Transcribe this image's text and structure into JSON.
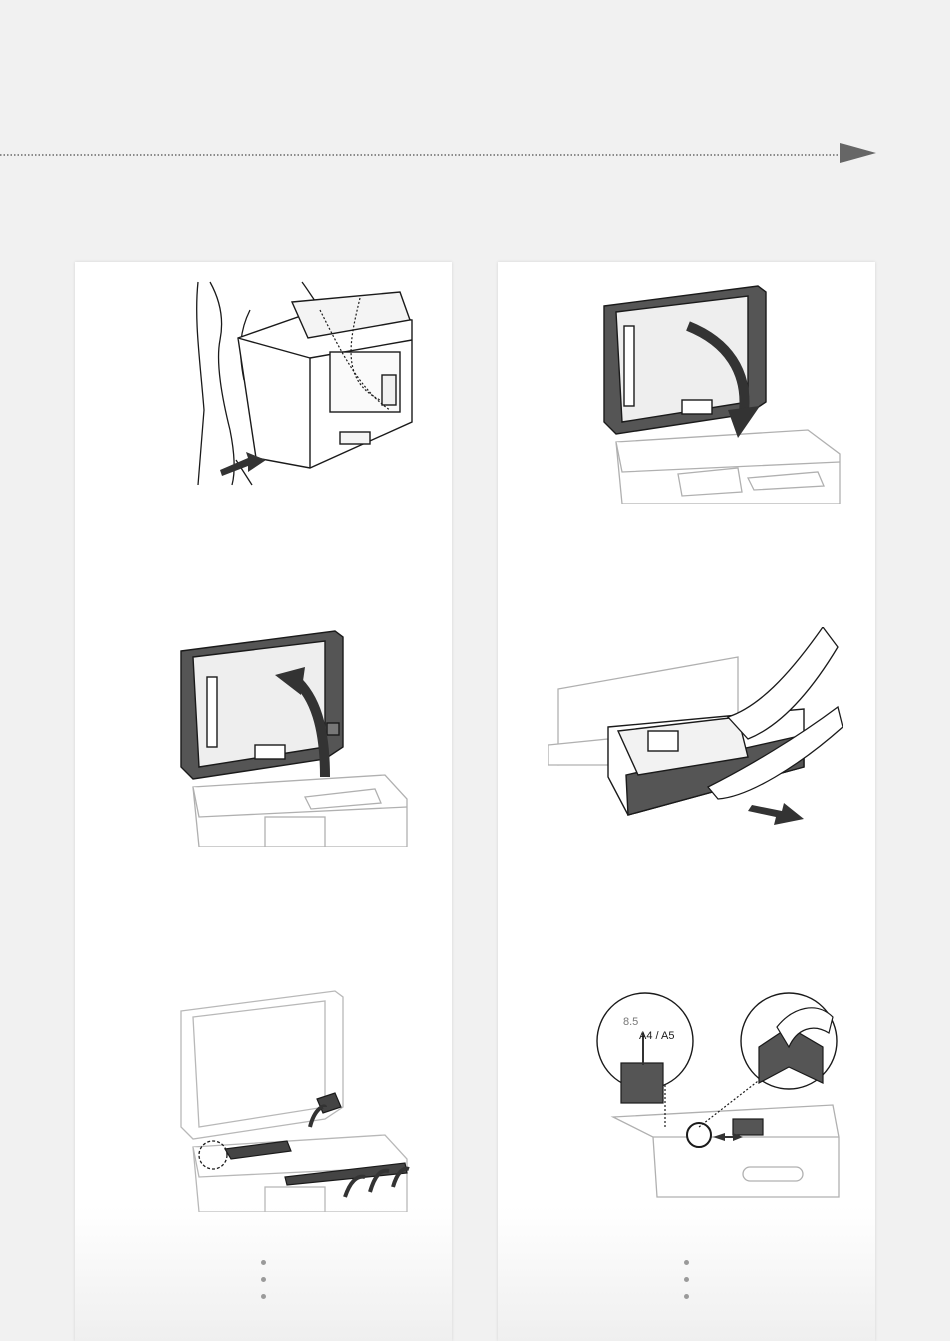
{
  "colors": {
    "background": "#f1f1f1",
    "panel": "#ffffff",
    "line": "#1a1a1a",
    "device_dark": "#555555",
    "device_light": "#ffffff",
    "arrow": "#333333",
    "timeline": "#8a8a8a"
  },
  "timeline": {
    "arrow_icon": "triangle-arrow-right-icon"
  },
  "panels": [
    {
      "steps": [
        {
          "illustration": "carry-printer-with-two-people"
        },
        {
          "illustration": "open-adf-feeder-cover"
        },
        {
          "illustration": "remove-packing-tape-from-platen"
        }
      ],
      "continuation_icon": "vertical-ellipsis-icon"
    },
    {
      "steps": [
        {
          "illustration": "close-adf-feeder-cover"
        },
        {
          "illustration": "pull-out-paper-drawer"
        },
        {
          "illustration": "adjust-paper-guides-to-size"
        }
      ],
      "labels": {
        "size_value": "8.5",
        "paper_size": "A4 / A5"
      },
      "continuation_icon": "vertical-ellipsis-icon"
    }
  ]
}
